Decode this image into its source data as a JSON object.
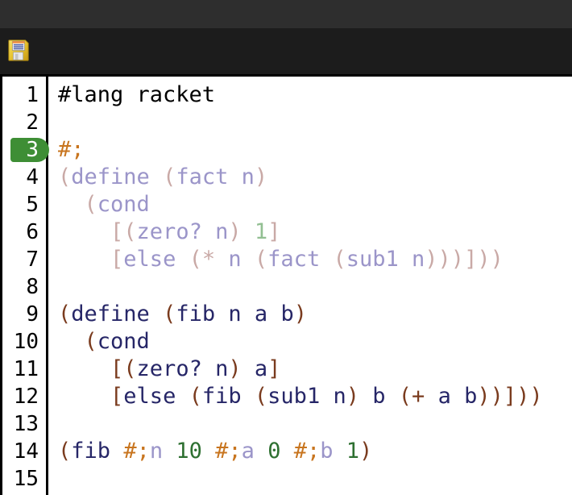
{
  "window": {
    "titlebar_color": "#2e2e2e",
    "toolbar_color": "#1c1c1c"
  },
  "toolbar": {
    "buttons": [
      {
        "name": "save-button",
        "icon": "floppy-disk-icon",
        "label": "Save"
      }
    ]
  },
  "editor": {
    "language": "racket",
    "current_line": 3,
    "current_line_badge_color": "#3e8e35",
    "background": "#ffffff",
    "colors": {
      "plain": "#000000",
      "paren": "#7a3b1e",
      "identifier": "#262667",
      "number": "#2e7031",
      "comment": "#c8751f",
      "paren_dim": "#c9a9a6",
      "identifier_dim": "#9b95c9",
      "number_dim": "#92bf92"
    },
    "lines": [
      {
        "number": "1",
        "text": "#lang racket",
        "tokens": [
          {
            "t": "#lang racket",
            "c": "plain"
          }
        ]
      },
      {
        "number": "2",
        "text": "",
        "tokens": []
      },
      {
        "number": "3",
        "text": "#;",
        "tokens": [
          {
            "t": "#;",
            "c": "comment"
          }
        ]
      },
      {
        "number": "4",
        "text": "(define (fact n)",
        "tokens": [
          {
            "t": "(",
            "c": "paren_dim"
          },
          {
            "t": "define",
            "c": "identifier_dim"
          },
          {
            "t": " ",
            "c": "plain"
          },
          {
            "t": "(",
            "c": "paren_dim"
          },
          {
            "t": "fact",
            "c": "identifier_dim"
          },
          {
            "t": " ",
            "c": "plain"
          },
          {
            "t": "n",
            "c": "identifier_dim"
          },
          {
            "t": ")",
            "c": "paren_dim"
          }
        ]
      },
      {
        "number": "5",
        "text": "  (cond",
        "tokens": [
          {
            "t": "  ",
            "c": "plain"
          },
          {
            "t": "(",
            "c": "paren_dim"
          },
          {
            "t": "cond",
            "c": "identifier_dim"
          }
        ]
      },
      {
        "number": "6",
        "text": "    [(zero? n) 1]",
        "tokens": [
          {
            "t": "    ",
            "c": "plain"
          },
          {
            "t": "[(",
            "c": "paren_dim"
          },
          {
            "t": "zero?",
            "c": "identifier_dim"
          },
          {
            "t": " ",
            "c": "plain"
          },
          {
            "t": "n",
            "c": "identifier_dim"
          },
          {
            "t": ")",
            "c": "paren_dim"
          },
          {
            "t": " ",
            "c": "plain"
          },
          {
            "t": "1",
            "c": "number_dim"
          },
          {
            "t": "]",
            "c": "paren_dim"
          }
        ]
      },
      {
        "number": "7",
        "text": "    [else (* n (fact (sub1 n)))]))",
        "tokens": [
          {
            "t": "    ",
            "c": "plain"
          },
          {
            "t": "[",
            "c": "paren_dim"
          },
          {
            "t": "else",
            "c": "identifier_dim"
          },
          {
            "t": " ",
            "c": "plain"
          },
          {
            "t": "(",
            "c": "paren_dim"
          },
          {
            "t": "* ",
            "c": "paren_dim"
          },
          {
            "t": "n",
            "c": "identifier_dim"
          },
          {
            "t": " ",
            "c": "plain"
          },
          {
            "t": "(",
            "c": "paren_dim"
          },
          {
            "t": "fact",
            "c": "identifier_dim"
          },
          {
            "t": " ",
            "c": "plain"
          },
          {
            "t": "(",
            "c": "paren_dim"
          },
          {
            "t": "sub1",
            "c": "identifier_dim"
          },
          {
            "t": " ",
            "c": "plain"
          },
          {
            "t": "n",
            "c": "identifier_dim"
          },
          {
            "t": ")))]))",
            "c": "paren_dim"
          }
        ]
      },
      {
        "number": "8",
        "text": "",
        "tokens": []
      },
      {
        "number": "9",
        "text": "(define (fib n a b)",
        "tokens": [
          {
            "t": "(",
            "c": "paren"
          },
          {
            "t": "define",
            "c": "identifier"
          },
          {
            "t": " ",
            "c": "plain"
          },
          {
            "t": "(",
            "c": "paren"
          },
          {
            "t": "fib",
            "c": "identifier"
          },
          {
            "t": " ",
            "c": "plain"
          },
          {
            "t": "n",
            "c": "identifier"
          },
          {
            "t": " ",
            "c": "plain"
          },
          {
            "t": "a",
            "c": "identifier"
          },
          {
            "t": " ",
            "c": "plain"
          },
          {
            "t": "b",
            "c": "identifier"
          },
          {
            "t": ")",
            "c": "paren"
          }
        ]
      },
      {
        "number": "10",
        "text": "  (cond",
        "tokens": [
          {
            "t": "  ",
            "c": "plain"
          },
          {
            "t": "(",
            "c": "paren"
          },
          {
            "t": "cond",
            "c": "identifier"
          }
        ]
      },
      {
        "number": "11",
        "text": "    [(zero? n) a]",
        "tokens": [
          {
            "t": "    ",
            "c": "plain"
          },
          {
            "t": "[(",
            "c": "paren"
          },
          {
            "t": "zero?",
            "c": "identifier"
          },
          {
            "t": " ",
            "c": "plain"
          },
          {
            "t": "n",
            "c": "identifier"
          },
          {
            "t": ")",
            "c": "paren"
          },
          {
            "t": " ",
            "c": "plain"
          },
          {
            "t": "a",
            "c": "identifier"
          },
          {
            "t": "]",
            "c": "paren"
          }
        ]
      },
      {
        "number": "12",
        "text": "    [else (fib (sub1 n) b (+ a b))]))",
        "tokens": [
          {
            "t": "    ",
            "c": "plain"
          },
          {
            "t": "[",
            "c": "paren"
          },
          {
            "t": "else",
            "c": "identifier"
          },
          {
            "t": " ",
            "c": "plain"
          },
          {
            "t": "(",
            "c": "paren"
          },
          {
            "t": "fib",
            "c": "identifier"
          },
          {
            "t": " ",
            "c": "plain"
          },
          {
            "t": "(",
            "c": "paren"
          },
          {
            "t": "sub1",
            "c": "identifier"
          },
          {
            "t": " ",
            "c": "plain"
          },
          {
            "t": "n",
            "c": "identifier"
          },
          {
            "t": ")",
            "c": "paren"
          },
          {
            "t": " ",
            "c": "plain"
          },
          {
            "t": "b",
            "c": "identifier"
          },
          {
            "t": " ",
            "c": "plain"
          },
          {
            "t": "(+ ",
            "c": "paren"
          },
          {
            "t": "a",
            "c": "identifier"
          },
          {
            "t": " ",
            "c": "plain"
          },
          {
            "t": "b",
            "c": "identifier"
          },
          {
            "t": "))]))",
            "c": "paren"
          }
        ]
      },
      {
        "number": "13",
        "text": "",
        "tokens": []
      },
      {
        "number": "14",
        "text": "(fib #;n 10 #;a 0 #;b 1)",
        "tokens": [
          {
            "t": "(",
            "c": "paren"
          },
          {
            "t": "fib",
            "c": "identifier"
          },
          {
            "t": " ",
            "c": "plain"
          },
          {
            "t": "#;",
            "c": "comment"
          },
          {
            "t": "n",
            "c": "identifier_dim"
          },
          {
            "t": " ",
            "c": "plain"
          },
          {
            "t": "10",
            "c": "number"
          },
          {
            "t": " ",
            "c": "plain"
          },
          {
            "t": "#;",
            "c": "comment"
          },
          {
            "t": "a",
            "c": "identifier_dim"
          },
          {
            "t": " ",
            "c": "plain"
          },
          {
            "t": "0",
            "c": "number"
          },
          {
            "t": " ",
            "c": "plain"
          },
          {
            "t": "#;",
            "c": "comment"
          },
          {
            "t": "b",
            "c": "identifier_dim"
          },
          {
            "t": " ",
            "c": "plain"
          },
          {
            "t": "1",
            "c": "number"
          },
          {
            "t": ")",
            "c": "paren"
          }
        ]
      },
      {
        "number": "15",
        "text": "",
        "tokens": []
      }
    ]
  }
}
